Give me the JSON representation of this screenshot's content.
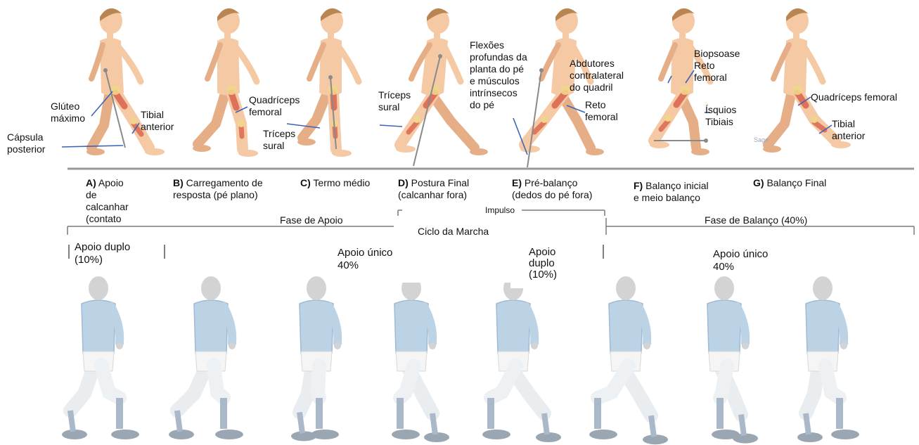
{
  "colors": {
    "skin": "#f4c9a4",
    "skin_shade": "#e6ae86",
    "hair": "#b98552",
    "muscle": "#d9614c",
    "bone": "#f1d58b",
    "callout_line": "#3f63b5",
    "force_arrow": "#8a8a8a",
    "ground": "#9a9a9a",
    "shirt": "#bcd3e6",
    "shirt_shade": "#9fbad3",
    "pants": "#ffffff",
    "prosthesis": "#a9b9c9",
    "head_gray": "#d3d3d3",
    "shoe": "#9aa7b3"
  },
  "callouts": {
    "gluteo": "Glúteo\nmáximo",
    "capsula": "Cápsula\nposterior",
    "tibial_a": "Tibial\nanterior",
    "quadriceps_b": "Quadríceps\nfemoral",
    "triceps_c": "Tríceps\nsural",
    "triceps_d": "Tríceps\nsural",
    "flexoes": "Flexões\nprofundas da\nplanta do pé\ne músculos\nintrínsecos\ndo pé",
    "reto_e": "Reto\nfemoral",
    "abdutores": "Abdutores\ncontralateral\ndo quadril",
    "biopsoase": "Biopsoase\nReto\nfemoral",
    "isquios": "Ísquios\nTibiais",
    "quadriceps_g": "Quadríceps femoral",
    "tibial_g": "Tibial\nanterior"
  },
  "phases": [
    {
      "letter": "A)",
      "text": "Apoio\nde\ncalcanhar\n(contato"
    },
    {
      "letter": "B)",
      "text": "Carregamento de\nresposta (pé plano)"
    },
    {
      "letter": "C)",
      "text": "Termo médio"
    },
    {
      "letter": "D)",
      "text": "Postura Final\n(calcanhar fora)"
    },
    {
      "letter": "E)",
      "text": "Pré-balanço\n(dedos do pé fora)"
    },
    {
      "letter": "F)",
      "text": "Balanço inicial\ne meio balanço"
    },
    {
      "letter": "G)",
      "text": "Balanço Final"
    }
  ],
  "brackets": {
    "impulso": "Impulso",
    "fase_apoio": "Fase de Apoio",
    "ciclo": "Ciclo da Marcha",
    "fase_balanco": "Fase de Balanço (40%)"
  },
  "support": {
    "apoio_duplo_1": "Apoio duplo\n(10%)",
    "apoio_unico_1": "Apoio único\n40%",
    "apoio_duplo_2": "Apoio\nduplo\n(10%)",
    "apoio_unico_2": "Apoio único\n40%"
  },
  "scratch_text": "Sage"
}
